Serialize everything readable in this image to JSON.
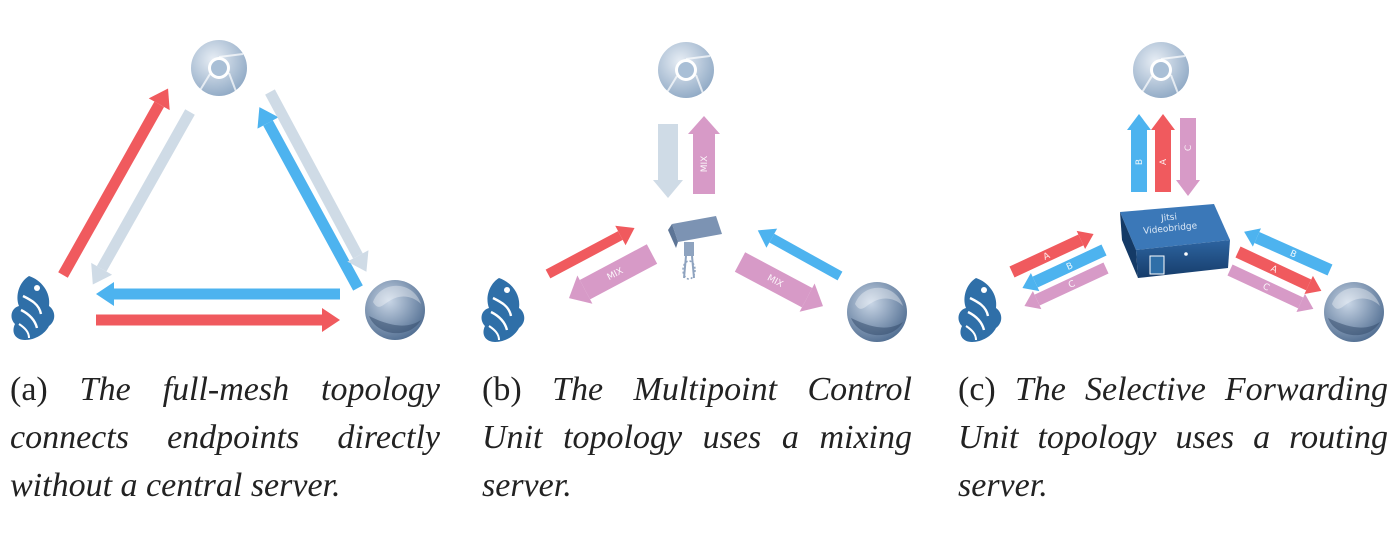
{
  "colors": {
    "red": "#f05a5e",
    "blue": "#4db3ef",
    "grey": "#cfdbe6",
    "pink": "#d79ac7",
    "chrome": "#9eb6d0",
    "firefox": "#6b88aa",
    "jitsi": "#2f6fa8",
    "box": "#1f4f86"
  },
  "icons": {
    "chrome": "chrome-icon",
    "firefox": "firefox-icon",
    "jitsi": "jitsi-icon",
    "mixer": "mixer-icon",
    "videobridge": "videobridge-box-icon"
  },
  "panels": {
    "a": {
      "caption_label": "(a)",
      "caption_text": "The full-mesh topology connects endpoints directly without a central server."
    },
    "b": {
      "caption_label": "(b)",
      "caption_text": "The Multipoint Control Unit topology uses a mixing server.",
      "mix_label": "MIX"
    },
    "c": {
      "caption_label": "(c)",
      "caption_text": "The Selective Forwarding Unit topology uses a routing server.",
      "box_text_1": "Jitsi",
      "box_text_2": "Videobridge",
      "stream_a": "A",
      "stream_b": "B",
      "stream_c": "C"
    }
  }
}
